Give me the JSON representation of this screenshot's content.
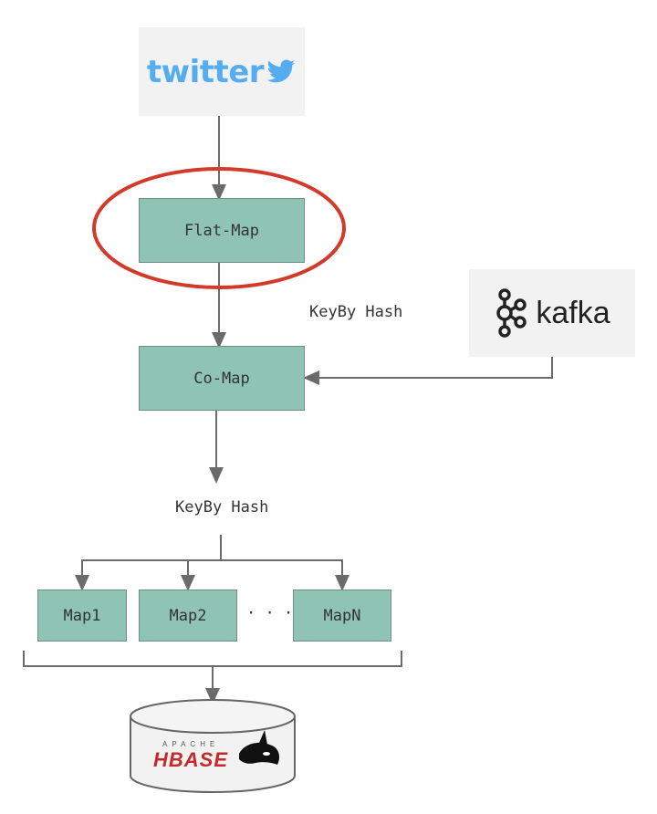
{
  "source_logo": {
    "text": "twitter",
    "icon": "twitter-bird-icon"
  },
  "kafka_logo": {
    "text": "kafka",
    "icon": "kafka-icon"
  },
  "nodes": {
    "flat_map": "Flat-Map",
    "co_map": "Co-Map",
    "map1": "Map1",
    "map2": "Map2",
    "mapn": "MapN"
  },
  "labels": {
    "keyby_1": "KeyBy Hash",
    "keyby_2": "KeyBy Hash",
    "ellipsis": "· · ·"
  },
  "sink": {
    "apache": "APACHE",
    "name": "HBASE",
    "icon": "orca-icon"
  },
  "colors": {
    "node_fill": "#8fc4b5",
    "highlight": "#d23a2a",
    "arrow": "#6b6b6b",
    "logo_bg": "#f2f2f2"
  }
}
